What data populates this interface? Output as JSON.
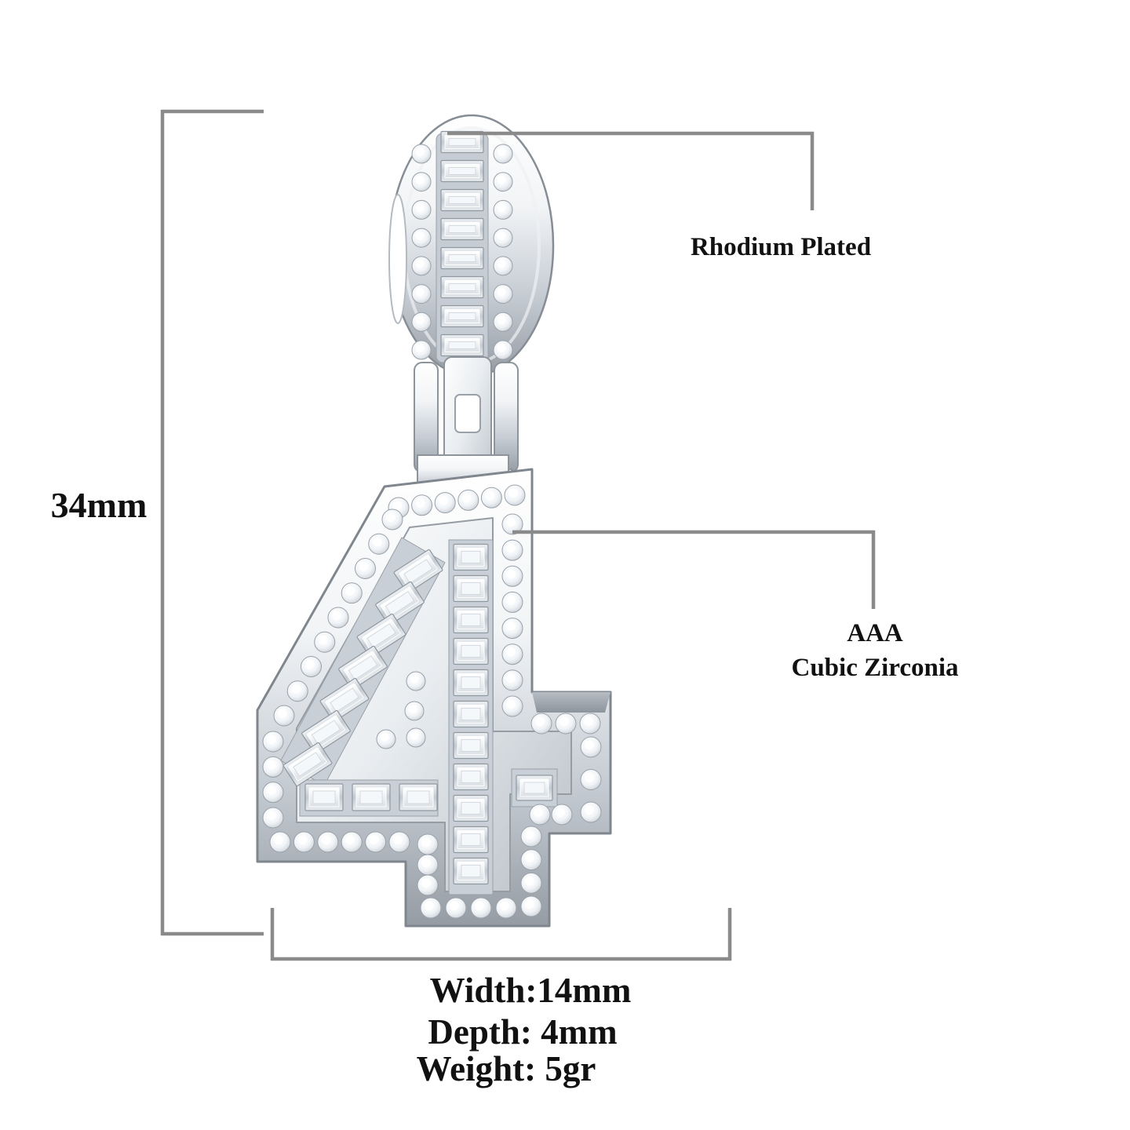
{
  "scene": "iced-out number pendant dimension diagram",
  "pendant": {
    "numeral": "4"
  },
  "labels": {
    "height": "34mm",
    "plating": "Rhodium Plated",
    "stone_grade": "AAA",
    "stone_type": "Cubic Zirconia",
    "width": "Width:14mm",
    "depth": "Depth: 4mm",
    "weight": "Weight: 5gr"
  },
  "colors": {
    "background": "#ffffff",
    "dimension_line": "#8a8a8a",
    "label_text": "#111111",
    "metal_light": "#f2f4f6",
    "metal_mid": "#c7cdd4",
    "metal_dark": "#959ca4"
  }
}
